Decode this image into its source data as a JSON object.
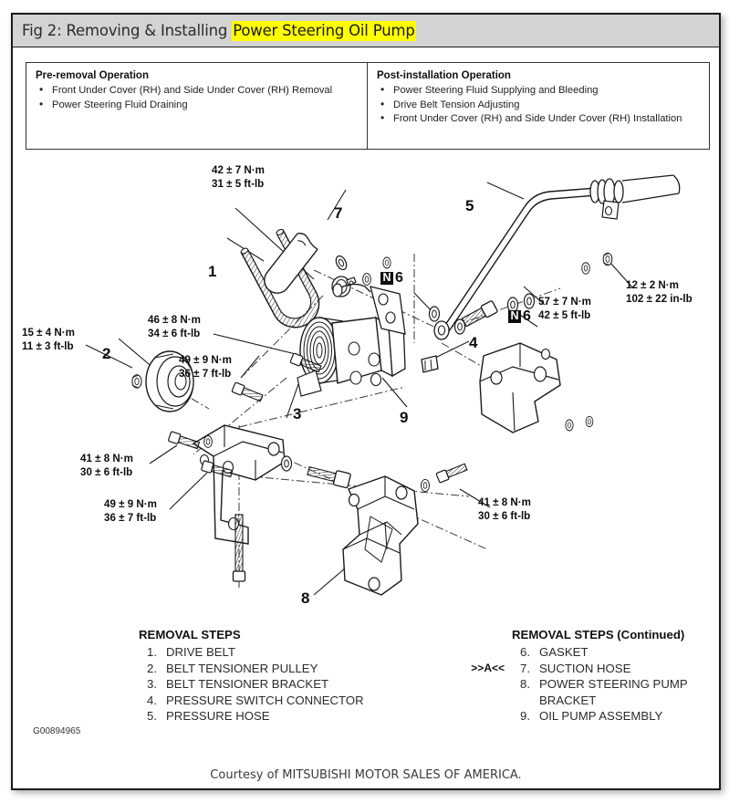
{
  "title": {
    "prefix": "Fig 2: Removing & Installing ",
    "highlight": "Power Steering Oil Pump",
    "highlight_color": "#ffff00"
  },
  "operations": {
    "pre_removal": {
      "heading": "Pre-removal Operation",
      "items": [
        "Front Under Cover (RH) and Side Under Cover (RH) Removal",
        "Power Steering Fluid Draining"
      ]
    },
    "post_installation": {
      "heading": "Post-installation Operation",
      "items": [
        "Power Steering Fluid Supplying and Bleeding",
        "Drive Belt Tension Adjusting",
        "Front Under Cover (RH) and Side Under Cover (RH) Installation"
      ]
    }
  },
  "diagram": {
    "torque_specs": [
      {
        "id": "t-42-31",
        "nm": "42 ± 7 N·m",
        "ftlb": "31 ± 5 ft-lb"
      },
      {
        "id": "t-46-34",
        "nm": "46 ± 8 N·m",
        "ftlb": "34 ± 6 ft-lb"
      },
      {
        "id": "t-15-11",
        "nm": "15 ± 4 N·m",
        "ftlb": "11 ± 3 ft-lb"
      },
      {
        "id": "t-49-36-a",
        "nm": "49 ± 9 N·m",
        "ftlb": "36 ± 7 ft-lb"
      },
      {
        "id": "t-57-42",
        "nm": "57 ± 7 N·m",
        "ftlb": "42 ± 5 ft-lb"
      },
      {
        "id": "t-12-102",
        "nm": "12 ± 2 N·m",
        "ftlb": "102 ± 22 in-lb"
      },
      {
        "id": "t-41-30-a",
        "nm": "41 ± 8 N·m",
        "ftlb": "30 ± 6 ft-lb"
      },
      {
        "id": "t-49-36-b",
        "nm": "49 ± 9 N·m",
        "ftlb": "36 ± 7 ft-lb"
      },
      {
        "id": "t-41-30-b",
        "nm": "41 ± 8 N·m",
        "ftlb": "30 ± 6 ft-lb"
      }
    ],
    "callouts": [
      "1",
      "2",
      "3",
      "4",
      "5",
      "7",
      "8",
      "9"
    ],
    "n_marks": [
      {
        "id": "n-mark-upper",
        "letter": "N",
        "number": "6"
      },
      {
        "id": "n-mark-lower",
        "letter": "N",
        "number": "6"
      }
    ]
  },
  "removal_steps": {
    "heading_left": "REMOVAL STEPS",
    "heading_right": "REMOVAL STEPS (Continued)",
    "left": [
      {
        "prefix": "",
        "num": "1.",
        "label": "DRIVE BELT"
      },
      {
        "prefix": "",
        "num": "2.",
        "label": "BELT TENSIONER PULLEY"
      },
      {
        "prefix": "",
        "num": "3.",
        "label": "BELT TENSIONER BRACKET"
      },
      {
        "prefix": "",
        "num": "4.",
        "label": "PRESSURE SWITCH CONNECTOR"
      },
      {
        "prefix": "",
        "num": "5.",
        "label": "PRESSURE HOSE"
      }
    ],
    "right": [
      {
        "prefix": "",
        "num": "6.",
        "label": "GASKET"
      },
      {
        "prefix": ">>A<<",
        "num": "7.",
        "label": "SUCTION HOSE"
      },
      {
        "prefix": "",
        "num": "8.",
        "label": "POWER STEERING PUMP"
      },
      {
        "prefix": "",
        "num": "",
        "label": "BRACKET"
      },
      {
        "prefix": "",
        "num": "9.",
        "label": "OIL PUMP ASSEMBLY"
      }
    ]
  },
  "figure_code": "G00894965",
  "courtesy": "Courtesy of MITSUBISHI MOTOR SALES OF AMERICA."
}
